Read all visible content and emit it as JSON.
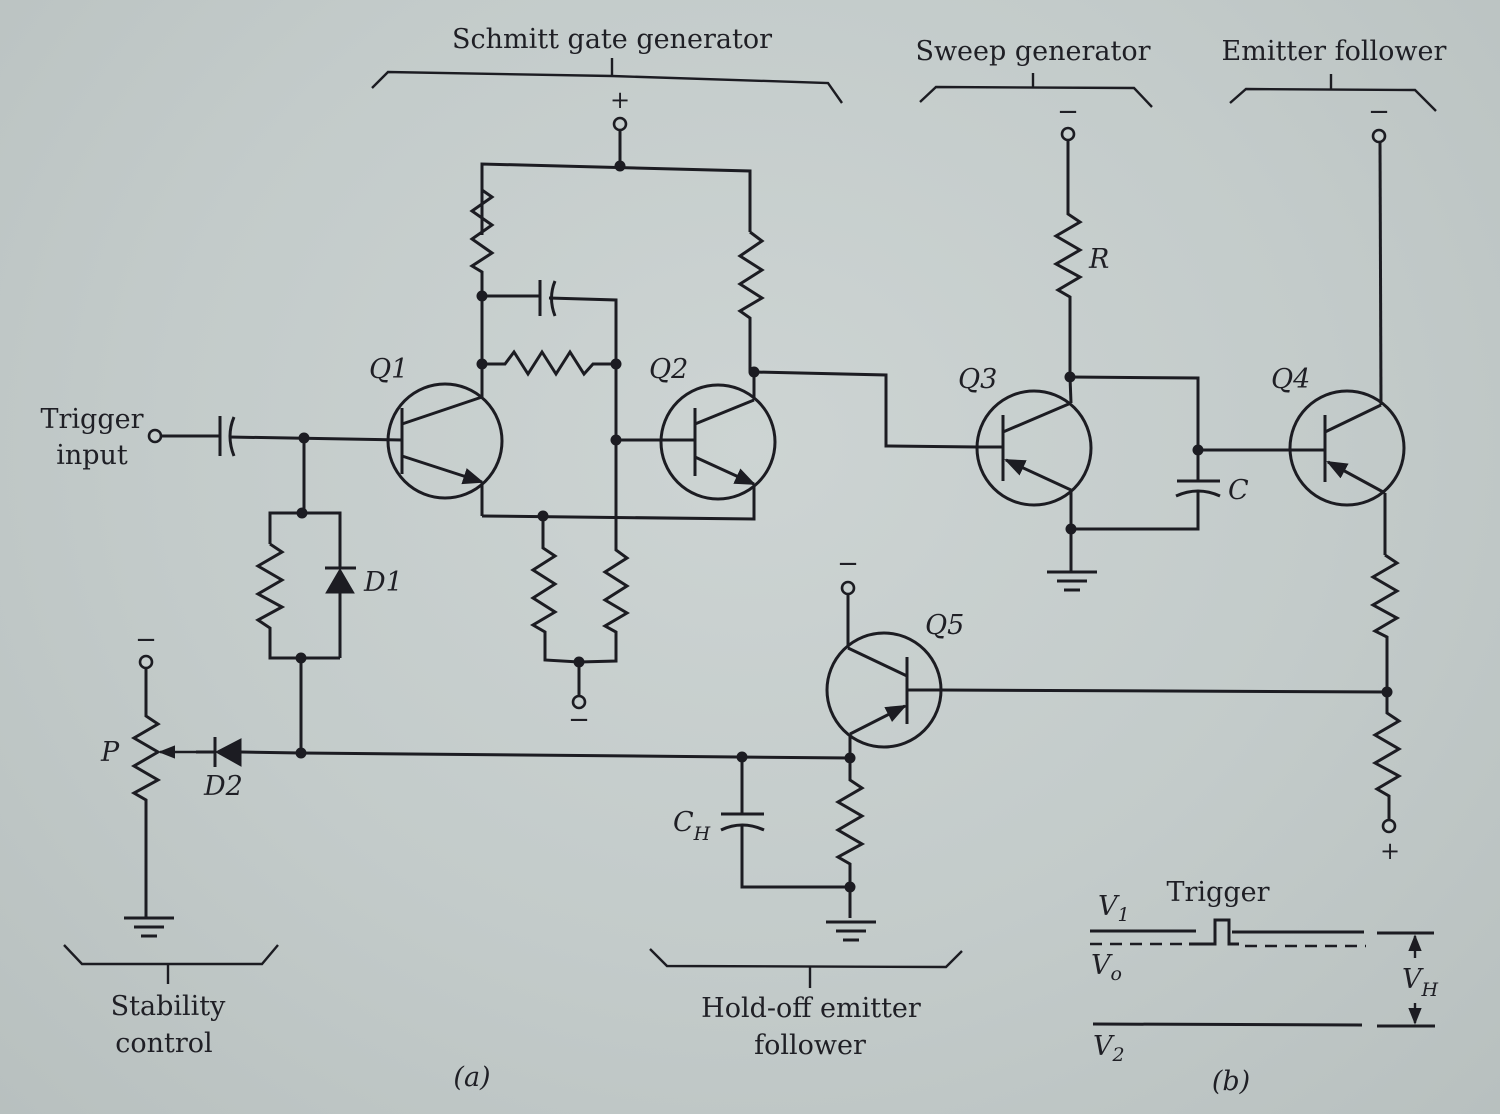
{
  "figure": {
    "panel_a_label": "(a)",
    "panel_b_label": "(b)"
  },
  "sections": {
    "schmitt": "Schmitt gate generator",
    "sweep": "Sweep generator",
    "emitter_follower": "Emitter follower",
    "stability_line1": "Stability",
    "stability_line2": "control",
    "holdoff_line1": "Hold-off emitter",
    "holdoff_line2": "follower"
  },
  "inputs": {
    "trigger_line1": "Trigger",
    "trigger_line2": "input"
  },
  "components": {
    "q1": "Q1",
    "q2": "Q2",
    "q3": "Q3",
    "q4": "Q4",
    "q5": "Q5",
    "d1": "D1",
    "d2": "D2",
    "p": "P",
    "r": "R",
    "c": "C",
    "ch_main": "C",
    "ch_sub": "H"
  },
  "supplies": {
    "schmitt_top": "+",
    "sweep_top": "−",
    "follower_top": "−",
    "schmitt_bottom": "−",
    "pot_top": "−",
    "q5_top": "−",
    "follower_bottom": "+"
  },
  "waveform": {
    "trigger_label": "Trigger",
    "v1_main": "V",
    "v1_sub": "1",
    "vo_main": "V",
    "vo_sub": "o",
    "v2_main": "V",
    "v2_sub": "2",
    "vh_main": "V",
    "vh_sub": "H"
  }
}
